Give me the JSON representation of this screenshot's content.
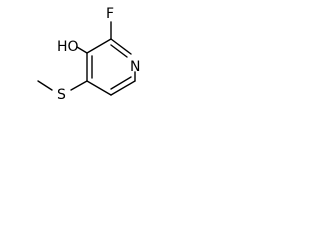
{
  "molecule": {
    "atoms": {
      "fluorine": "F",
      "hydroxyl": "HO",
      "nitrogen": "N",
      "sulfur": "S"
    },
    "colors": {
      "bond": "#000000",
      "label": "#000000",
      "background": "#ffffff"
    }
  }
}
